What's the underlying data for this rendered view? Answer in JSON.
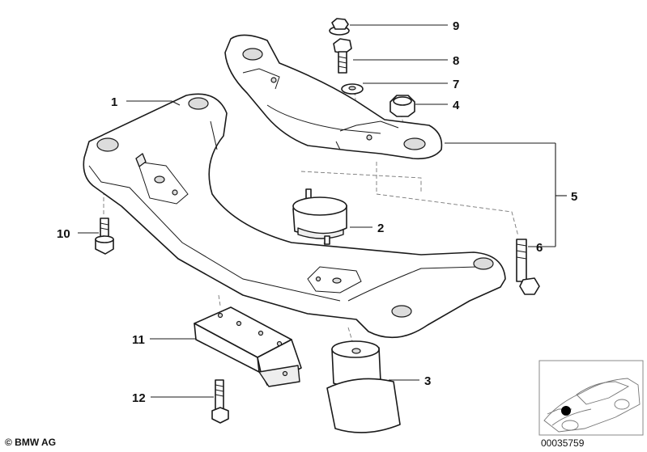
{
  "callouts": [
    {
      "id": "1",
      "label": "1"
    },
    {
      "id": "2",
      "label": "2"
    },
    {
      "id": "3",
      "label": "3"
    },
    {
      "id": "4",
      "label": "4"
    },
    {
      "id": "5",
      "label": "5"
    },
    {
      "id": "6",
      "label": "6"
    },
    {
      "id": "7",
      "label": "7"
    },
    {
      "id": "8",
      "label": "8"
    },
    {
      "id": "9",
      "label": "9"
    },
    {
      "id": "10",
      "label": "10"
    },
    {
      "id": "11",
      "label": "11"
    },
    {
      "id": "12",
      "label": "12"
    }
  ],
  "footer": {
    "copyright": "© BMW AG",
    "diagram_number": "00035759"
  },
  "colors": {
    "line": "#1a1a1a",
    "background": "#ffffff",
    "locator_dot": "#000000"
  }
}
